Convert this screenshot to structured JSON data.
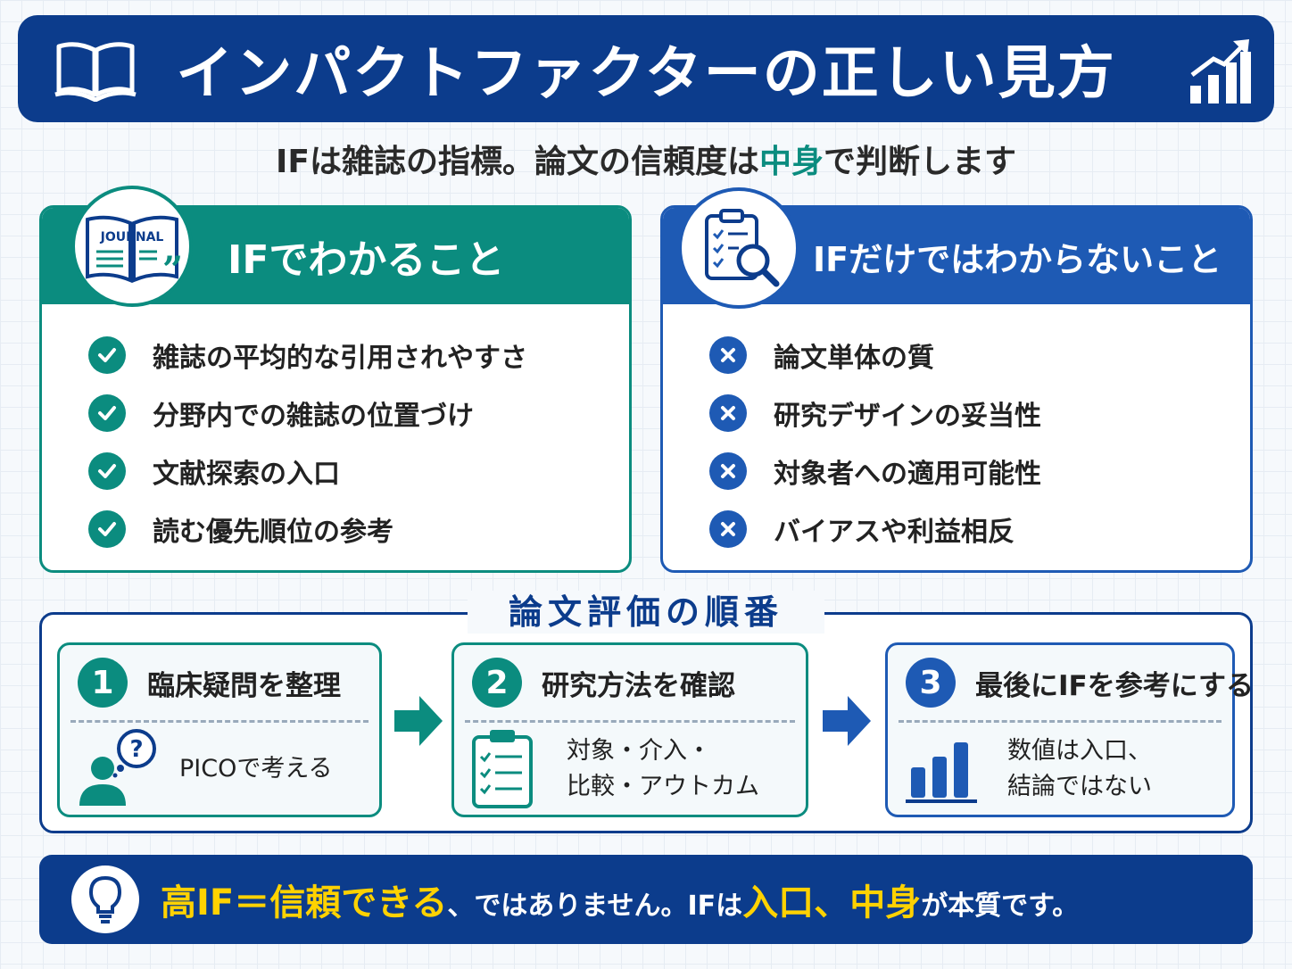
{
  "header": {
    "title": "インパクトファクターの正しい見方"
  },
  "subtitle": {
    "before": "IFは雑誌の指標。論文の信頼度は",
    "highlight": "中身",
    "after": "で判断します"
  },
  "left_card": {
    "journal_label": "JOURNAL",
    "title": "IFでわかること",
    "items": [
      "雑誌の平均的な引用されやすさ",
      "分野内での雑誌の位置づけ",
      "文献探索の入口",
      "読む優先順位の参考"
    ]
  },
  "right_card": {
    "title": "IFだけではわからないこと",
    "items": [
      "論文単体の質",
      "研究デザインの妥当性",
      "対象者への適用可能性",
      "バイアスや利益相反"
    ]
  },
  "steps": {
    "title": "論文評価の順番",
    "items": [
      {
        "num": "1",
        "label": "臨床疑問を整理",
        "q_mark": "?",
        "line1": "PICOで考える",
        "line2": ""
      },
      {
        "num": "2",
        "label": "研究方法を確認",
        "line1": "対象・介入・",
        "line2": "比較・アウトカム"
      },
      {
        "num": "3",
        "label": "最後にIFを参考にする",
        "line1": "数値は入口、",
        "line2": "結論ではない"
      }
    ]
  },
  "footer": {
    "part1": "高IF＝信頼できる",
    "part2": "、ではありません。IFは",
    "part3": "入口",
    "part4": "、",
    "part5": "中身",
    "part6": "が本質です。"
  },
  "colors": {
    "navy": "#0c3c8c",
    "teal": "#0b8c7f",
    "blue": "#1e5ab4",
    "yellow": "#ffd200"
  }
}
